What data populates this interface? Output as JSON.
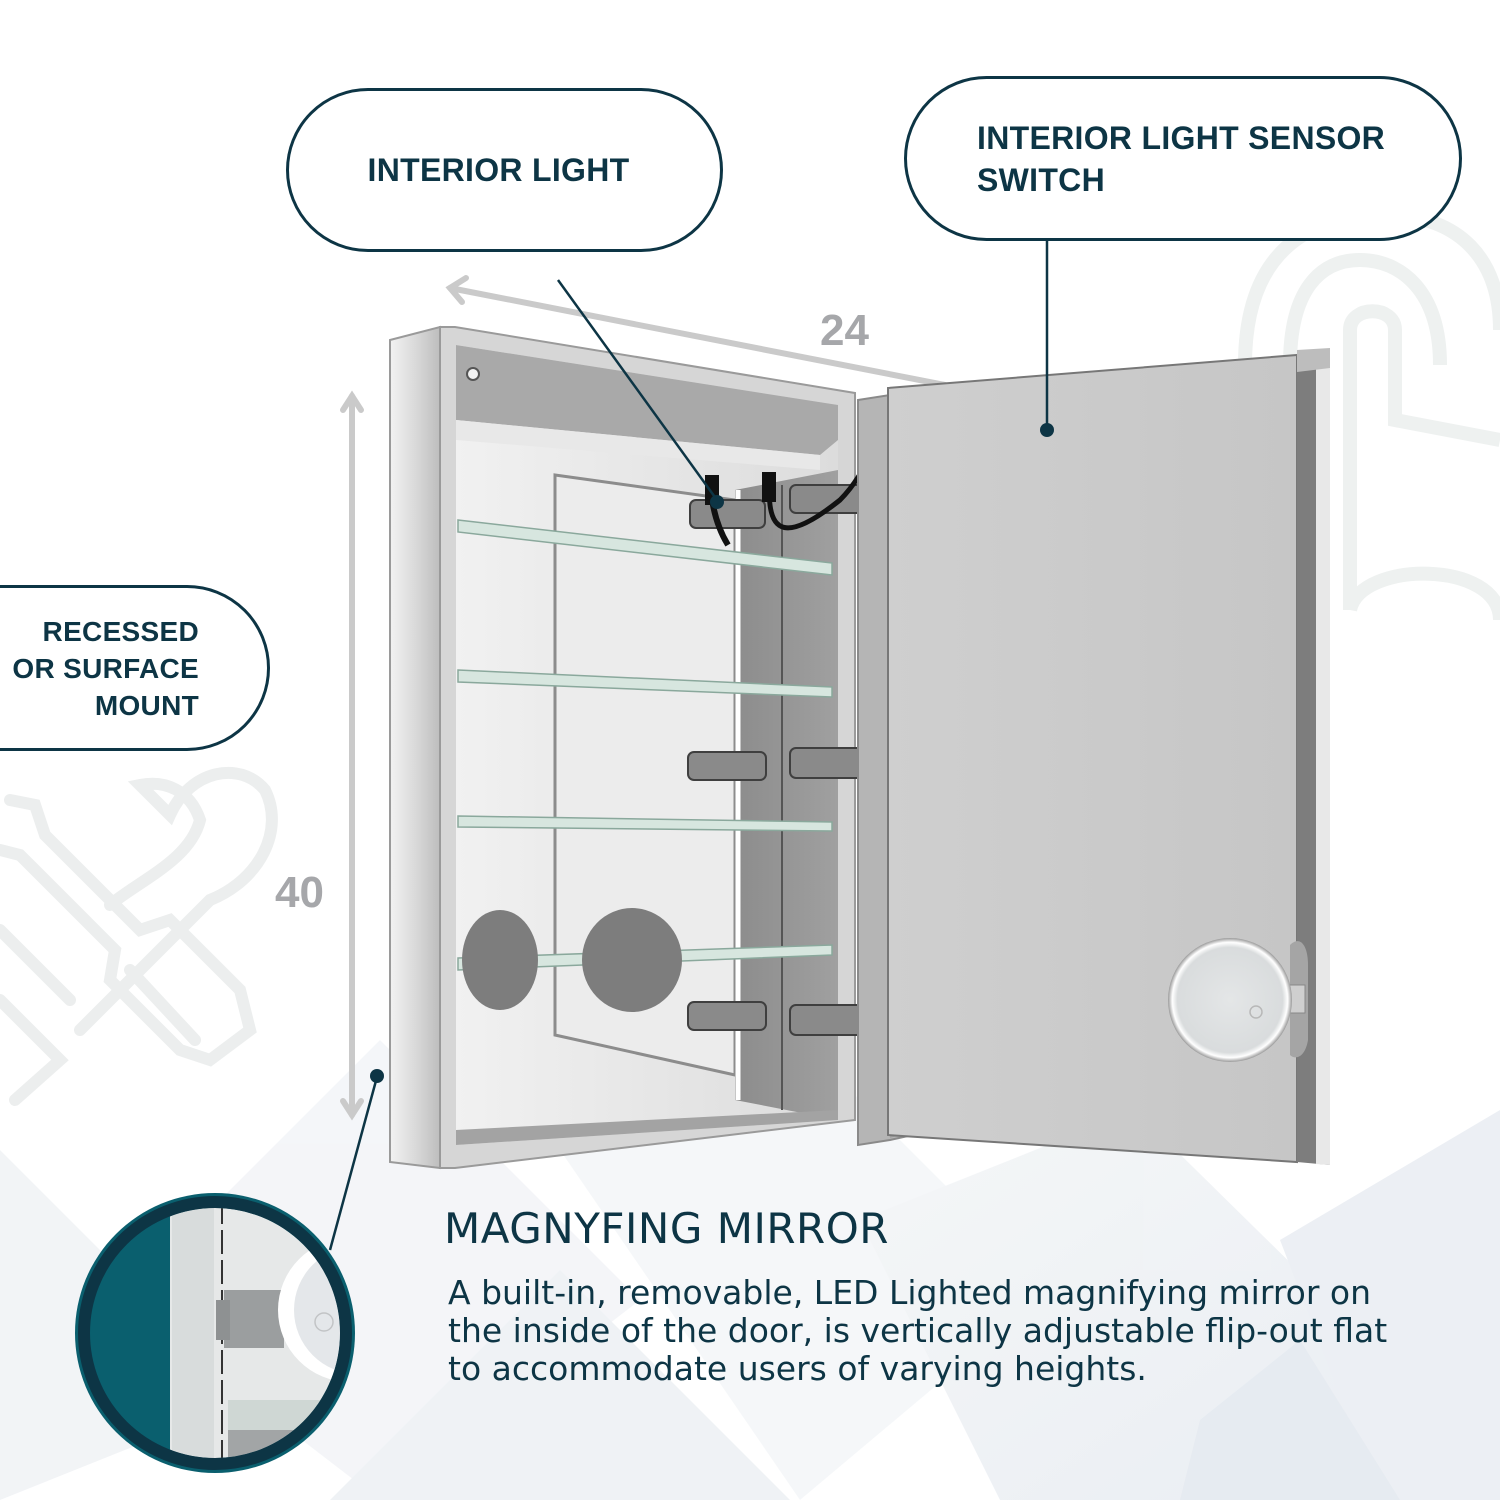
{
  "callouts": {
    "interior_light": "INTERIOR LIGHT",
    "sensor_switch_line1": "INTERIOR LIGHT SENSOR",
    "sensor_switch_line2": "SWITCH",
    "mount_line1": "RECESSED",
    "mount_line2": "OR SURFACE",
    "mount_line3": "MOUNT"
  },
  "dimensions": {
    "width": "24",
    "height": "40"
  },
  "feature": {
    "title": "MAGNYFING MIRROR",
    "description": "A built-in, removable, LED Lighted magnifying mirror on the inside of the door, is vertically adjustable flip-out flat to accommodate users of varying heights."
  },
  "colors": {
    "brand_navy": "#0d3545",
    "teal": "#0a5f6e",
    "dimension_gray": "#a6a7aa",
    "watermark": "#eef0f0"
  },
  "icons": [
    "wrench-screwdriver-watermark-icon",
    "hand-pointer-watermark-icon",
    "magnifier-zoom-detail"
  ]
}
